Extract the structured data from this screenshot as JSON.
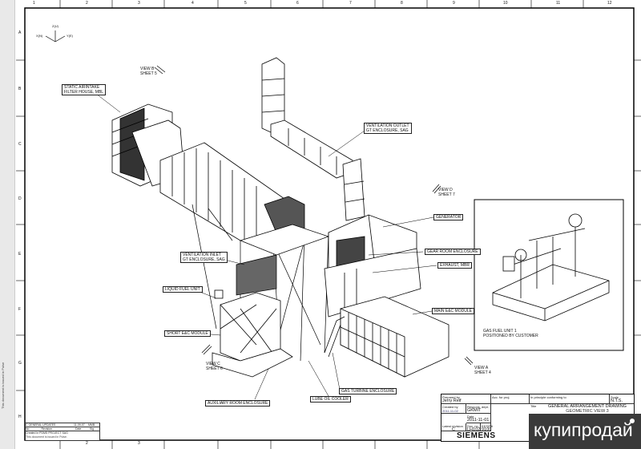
{
  "left_strip_text": "This document is issued in Pulse",
  "grid": {
    "columns": [
      "1",
      "2",
      "3",
      "4",
      "5",
      "6",
      "7",
      "8",
      "9",
      "10",
      "11",
      "12"
    ],
    "rows": [
      "A",
      "B",
      "C",
      "D",
      "E",
      "F",
      "G",
      "H"
    ]
  },
  "axes_symbol": {
    "z": "Z(U)",
    "x": "X(N)",
    "y": "Y(E)"
  },
  "view_markers": [
    {
      "line1": "VIEW B",
      "line2": "SHEET 5"
    },
    {
      "line1": "VIEW D",
      "line2": "SHEET 7"
    },
    {
      "line1": "VIEW C",
      "line2": "SHEET 6"
    },
    {
      "line1": "VIEW A",
      "line2": "SHEET 4"
    }
  ],
  "labels": {
    "static_airintake": "STATIC AIRINTAKE\nFILTER HOUSE, MBL",
    "ventilation_outlet": "VENTILATION OUTLET\nGT ENCLOSURE, SAG",
    "generator": "GENERATOR",
    "gear_room": "GEAR ROOM ENCLOSURE",
    "exhaust": "EXHAUST, MBR",
    "main_ebc": "MAIN E&C MODULE",
    "ventilation_inlet": "VENTILATION INLET\nGT ENCLOSURE, SAG",
    "liquid_fuel": "LIQUID FUEL UNIT",
    "short_ebc": "SHORT E&C MODULE",
    "auxiliary_room": "AUXILIARY ROOM ENCLOSURE",
    "lube_oil": "LUBE OIL COOLER",
    "gas_turbine": "GAS TURBINE ENCLOSURE"
  },
  "inset": {
    "caption": "GAS FUEL UNIT 1\nPOSITIONED BY CUSTOMER"
  },
  "revision_block": {
    "rev": "C",
    "description": "GENERAL UPDATES",
    "date": "11-09-07",
    "initials": "MMB",
    "h_no": "No",
    "h_desc": "Revision",
    "h_date": "Date",
    "h_sign": "Sig",
    "created_in": "Created in PDMS PROJECT SAG",
    "issued": "This document is issued in Pulse."
  },
  "title_block": {
    "prepared_by_label": "Prepared by",
    "prepared_by": "Jerry Reif",
    "no_for_proj_label": "Acc. for proj.",
    "principle_label": "In principle conforming to",
    "scale_label": "Scale",
    "scale": "N.T.S.",
    "created_by_label": "Created by",
    "created_by_label_value": "2011-11-02",
    "respons_label": "Respons. dept.",
    "respons": "GKMIT",
    "title_label": "Title",
    "title": "GENERAL ARRANGEMENT DRAWING",
    "subtitle": "GEOMETRIC VIEW 3",
    "date_label": "Date",
    "date": "2011-11-01",
    "latest_rev_label": "Latest revision",
    "latest_rev": "C",
    "doc_no_label": "Doc. no.",
    "doc_no": "LH102",
    "kks_label": "KKS/Plt",
    "kks": "9100",
    "company": "SIEMENS"
  },
  "watermark": "купипродай"
}
